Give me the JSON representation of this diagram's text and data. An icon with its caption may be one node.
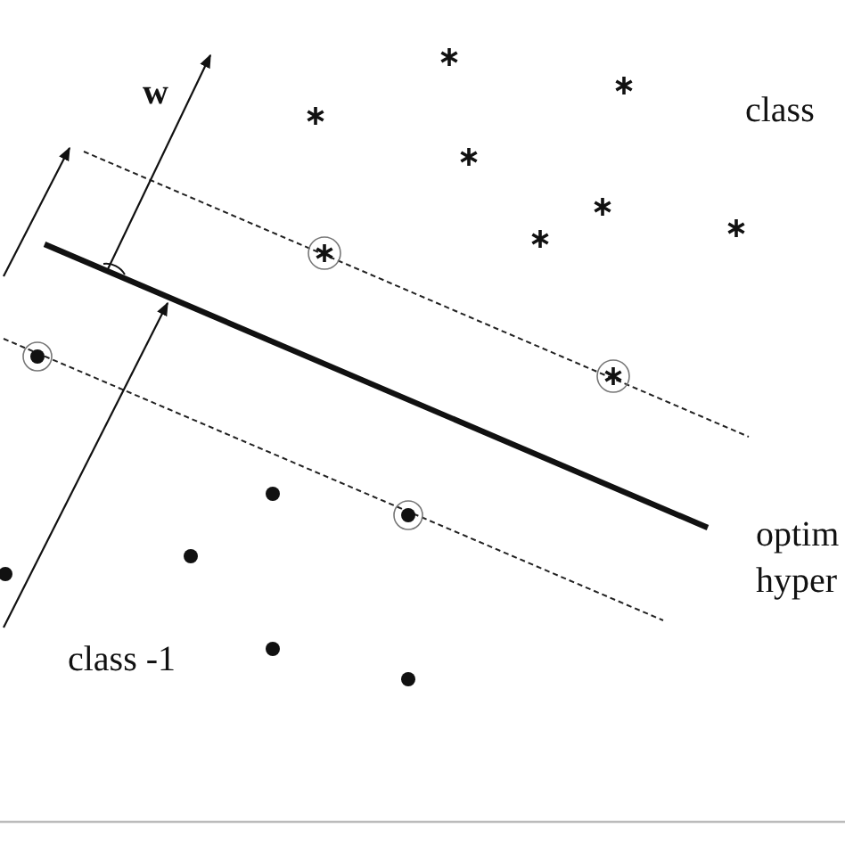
{
  "diagram": {
    "labels": [
      "w",
      "class",
      "optim",
      "hyper",
      "class -1"
    ]
  }
}
